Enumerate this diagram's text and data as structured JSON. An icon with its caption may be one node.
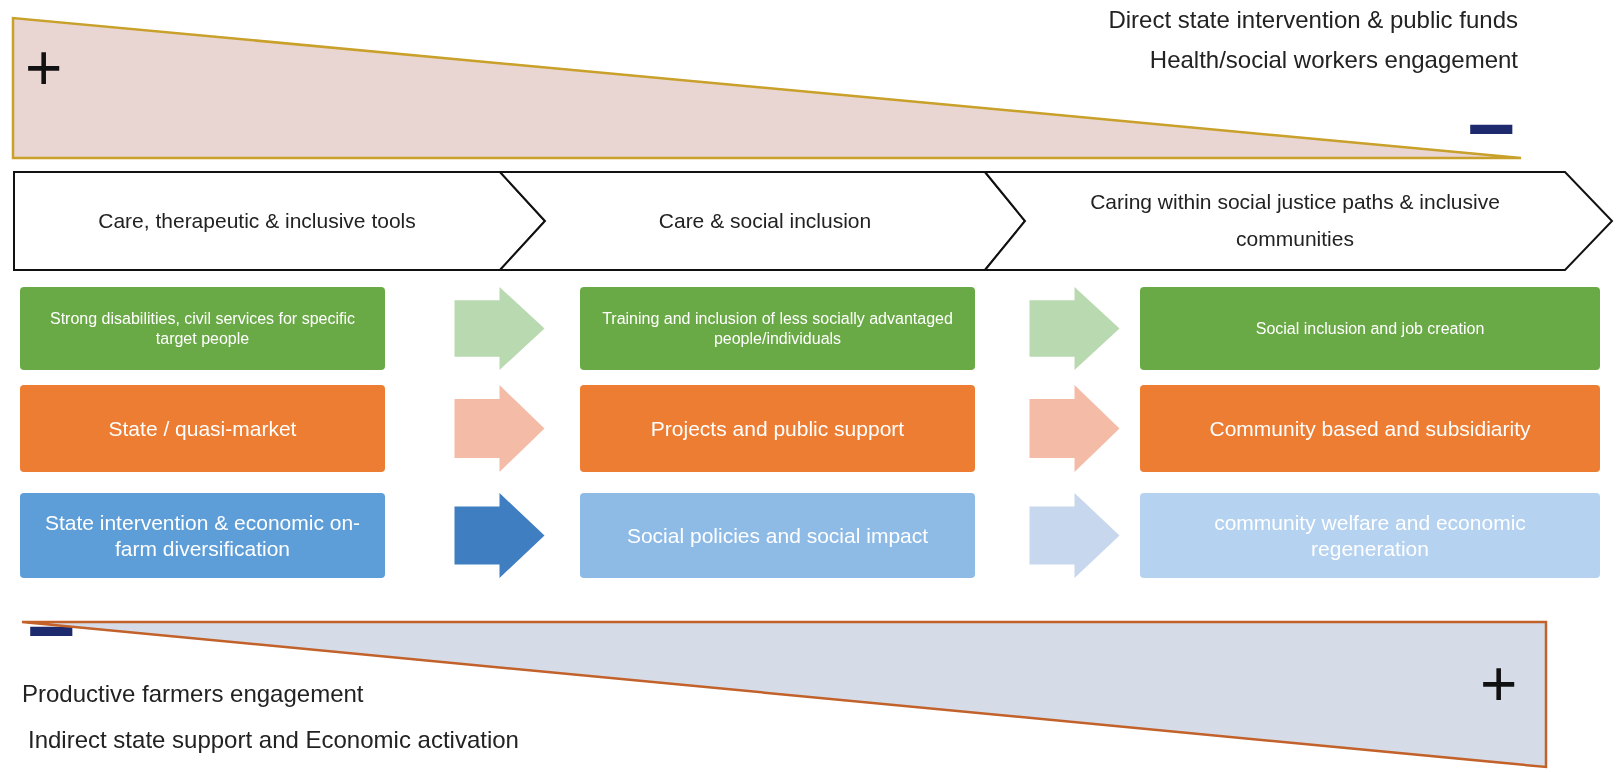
{
  "diagram": {
    "nodes": [
      {
        "text": [
          "+"
        ],
        "beside": [
          "Direct state intervention & public funds",
          "Health/social workers engagement",
          "−"
        ]
      },
      {
        "text": [
          "Care, therapeutic & inclusive tools"
        ]
      },
      {
        "text": [
          "Care & social inclusion"
        ]
      },
      {
        "text": [
          "Caring within social justice paths & inclusive communities"
        ]
      },
      {
        "text": [
          "Strong disabilities, civil services for specific target people"
        ]
      },
      {
        "text": [
          "Training and inclusion of less socially advantaged people/individuals"
        ]
      },
      {
        "text": [
          "Social inclusion and job creation"
        ]
      },
      {
        "text": [
          "State / quasi-market"
        ]
      },
      {
        "text": [
          "Projects and public support"
        ]
      },
      {
        "text": [
          "Community based and subsidiarity"
        ]
      },
      {
        "text": [
          "State intervention & economic on-farm diversification"
        ]
      },
      {
        "text": [
          "Social policies and social impact"
        ]
      },
      {
        "text": [
          "community welfare and economic regeneration"
        ]
      },
      {
        "text": [
          "+"
        ],
        "beside": [
          "−",
          "Productive farmers engagement",
          "Indirect state support and Economic activation"
        ]
      }
    ],
    "edges": [
      {
        "from": 4,
        "to": 5,
        "arrow": "to",
        "style": "thick",
        "color": "#b9d9b0"
      },
      {
        "from": 5,
        "to": 6,
        "arrow": "to",
        "style": "thick",
        "color": "#b9d9b0"
      },
      {
        "from": 7,
        "to": 8,
        "arrow": "to",
        "style": "thick",
        "color": "#f4bca6"
      },
      {
        "from": 8,
        "to": 9,
        "arrow": "to",
        "style": "thick",
        "color": "#f4bca6"
      },
      {
        "from": 10,
        "to": 11,
        "arrow": "to",
        "style": "thick",
        "color": "#3e7ec1"
      },
      {
        "from": 11,
        "to": 12,
        "arrow": "to",
        "style": "thick",
        "color": "#c6d7ee"
      }
    ]
  }
}
